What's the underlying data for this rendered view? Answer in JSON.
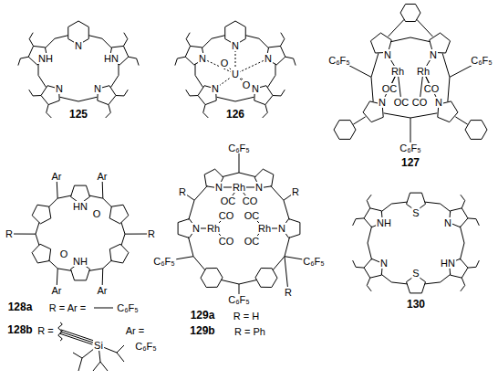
{
  "diagram": {
    "labels": [
      "NH",
      "N",
      "HN",
      "N",
      "N",
      "125",
      "N",
      "N",
      "N",
      "O",
      "U",
      "O",
      "N",
      "N",
      "126",
      "C₆F₅",
      "N",
      "N",
      "C₆F₅",
      "OC",
      "Rh",
      "Rh",
      "CO",
      "OC",
      "CO",
      "N",
      "N",
      "C₆F₅",
      "127",
      "Ar",
      "Ar",
      "HN",
      "O",
      "R",
      "R",
      "O",
      "NH",
      "Ar",
      "Ar",
      "128a",
      "R = Ar =",
      "C₆F₅",
      "128b",
      "R =",
      "Si",
      "Ar =",
      "C₆F₅",
      "C₆F₅",
      "N",
      "Rh",
      "N",
      "OC",
      "CO",
      "R",
      "R",
      "C₆F₅",
      "N",
      "Rh",
      "CO",
      "CO",
      "OC",
      "OC",
      "Rh",
      "N",
      "C₆F₅",
      "C₆F₅",
      "R",
      "129a",
      "R = H",
      "129b",
      "R = Ph",
      "NH",
      "S",
      "N",
      "N",
      "S",
      "HN",
      "130"
    ]
  }
}
